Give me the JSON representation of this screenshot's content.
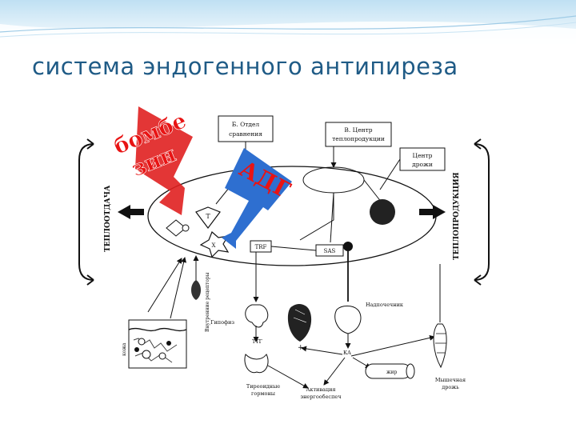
{
  "slide": {
    "title": "система эндогенного антипиреза"
  },
  "diagram": {
    "side_left": "ТЕПЛООТДАЧА",
    "side_right": "ТЕПЛОПРОДУКЦИЯ",
    "box_compare_line1": "Б. Отдел",
    "box_compare_line2": "сравнения",
    "box_center_line1": "В. Центр",
    "box_center_line2": "теплопродукции",
    "box_shiver_line1": "Центр",
    "box_shiver_line2": "дрожи",
    "node_t": "T",
    "node_x": "X",
    "node_trf": "TRF",
    "node_sas": "SAS",
    "label_internal_receptors": "Внутренние рецепторы",
    "label_skin": "кожа",
    "label_hypophysis": "Гипофиз",
    "label_adrenal": "Надпочечник",
    "label_ttg": "ТТГ",
    "label_ka": "КА",
    "label_thyroid_line1": "Тиреоидные",
    "label_thyroid_line2": "гормоны",
    "label_energy_line1": "Активация",
    "label_energy_line2": "энергообеспеч",
    "label_fat": "жир",
    "label_muscle_line1": "Мышечная",
    "label_muscle_line2": "дрожь",
    "overlay_bombesin_line1": "бомбе",
    "overlay_bombesin_line2": "зин",
    "overlay_adg": "АДГ",
    "colors": {
      "title": "#1f5b86",
      "overlay_text": "#e81414",
      "arrow_red": "#e02020",
      "arrow_blue": "#2e6fd0"
    }
  }
}
